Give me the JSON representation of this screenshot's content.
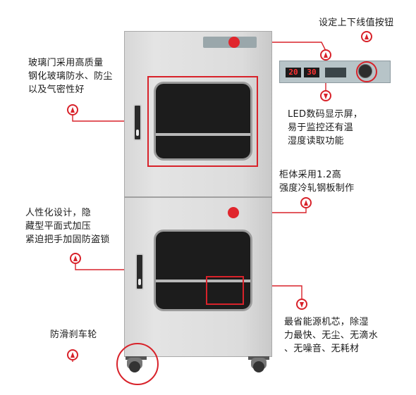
{
  "captions": {
    "glass_door": "玻璃门采用高质量\n钢化玻璃防水、防尘\n以及气密性好",
    "setting_buttons": "设定上下线值按钮",
    "led_display": "LED数码显示屏，\n易于监控还有温\n湿度读取功能",
    "cabinet_body": "柜体采用1.2高\n强度冷轧钢板制作",
    "hidden_handle": "人性化设计，隐\n藏型平面式加压\n紧迫把手加固防盗锁",
    "dehumidify_core": "最省能源机芯，除湿\n力最快、无尘、无滴水\n、无噪音、无耗材",
    "anti_slip_wheel": "防滑刹车轮"
  },
  "display": {
    "temperature": "20",
    "humidity": "30"
  },
  "colors": {
    "accent_red": "#d8222a",
    "cabinet_gray": "#dcdcdc",
    "glass_dark": "#1c1c1c"
  },
  "icons": [
    "up-arrow-circle-icon",
    "down-arrow-circle-icon",
    "red-dot-icon"
  ]
}
